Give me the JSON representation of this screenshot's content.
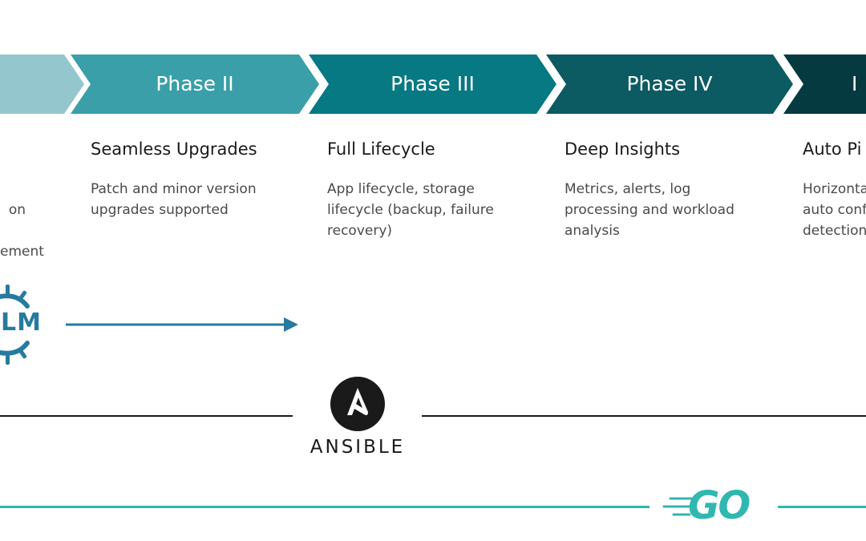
{
  "phases": [
    {
      "label": "",
      "title": "",
      "description": "on\n\nement",
      "color": "#93c6cd"
    },
    {
      "label": "Phase II",
      "title": "Seamless Upgrades",
      "description": "Patch and minor version upgrades supported",
      "color": "#3a9fa9"
    },
    {
      "label": "Phase III",
      "title": "Full Lifecycle",
      "description": "App lifecycle, storage lifecycle (backup, failure recovery)",
      "color": "#067983"
    },
    {
      "label": "Phase IV",
      "title": "Deep Insights",
      "description": "Metrics, alerts, log processing and workload analysis",
      "color": "#0c5a62"
    },
    {
      "label": "I",
      "title": "Auto Pi",
      "description": "Horizonta auto conf detection",
      "color": "#053a40"
    }
  ],
  "logos": {
    "helm": "LM",
    "ansible": "ANSIBLE",
    "go": "GO"
  },
  "colors": {
    "helm": "#277a9f",
    "ansible": "#1a1a1a",
    "go": "#2fb7b0"
  }
}
